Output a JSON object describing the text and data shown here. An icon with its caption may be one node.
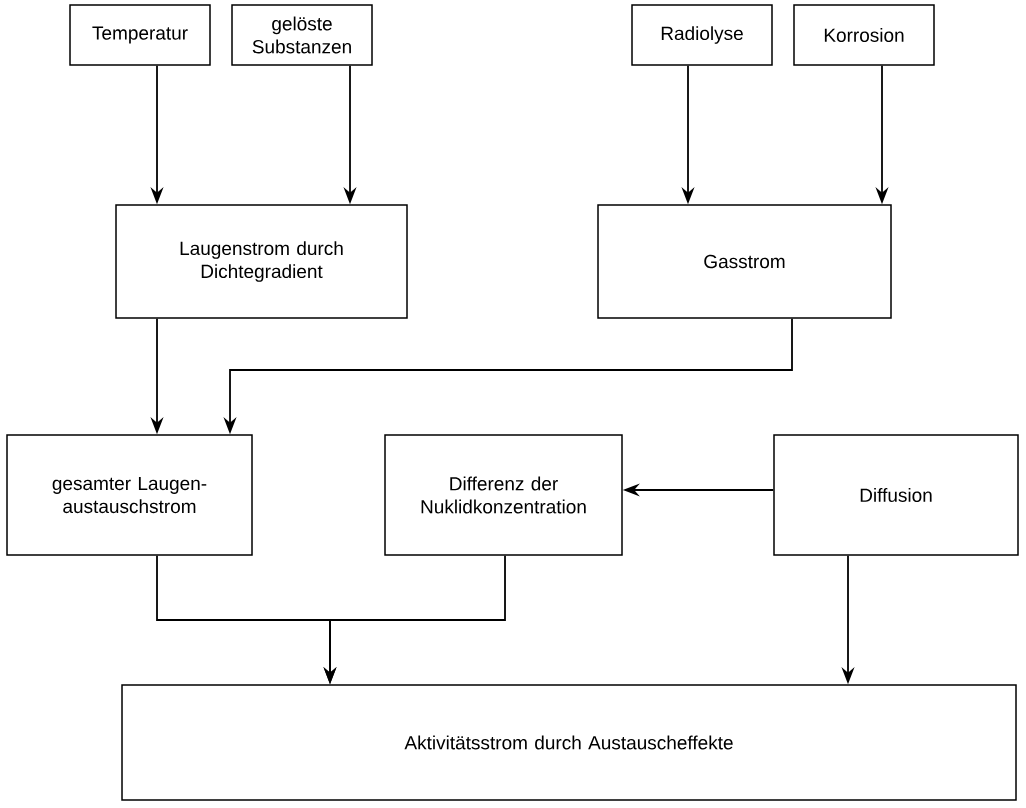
{
  "diagram": {
    "nodes": [
      {
        "text": [
          "Temperatur"
        ]
      },
      {
        "text": [
          "gelöste Substanzen"
        ]
      },
      {
        "text": [
          "Radiolyse"
        ]
      },
      {
        "text": [
          "Korrosion"
        ]
      },
      {
        "text": [
          "Laugenstrom durch Dichtegradient"
        ]
      },
      {
        "text": [
          "Gasstrom"
        ]
      },
      {
        "text": [
          "gesamter Laugen-austauschstrom"
        ]
      },
      {
        "text": [
          "Differenz der Nuklidkonzentration"
        ]
      },
      {
        "text": [
          "Diffusion"
        ]
      },
      {
        "text": [
          "Aktivitätsstrom durch Austauscheffekte"
        ]
      }
    ],
    "edges": [
      {
        "from": 0,
        "to": 4,
        "arrow": "to"
      },
      {
        "from": 1,
        "to": 4,
        "arrow": "to"
      },
      {
        "from": 2,
        "to": 5,
        "arrow": "to"
      },
      {
        "from": 3,
        "to": 5,
        "arrow": "to"
      },
      {
        "from": 4,
        "to": 6,
        "arrow": "to"
      },
      {
        "from": 5,
        "to": 6,
        "arrow": "to"
      },
      {
        "from": 8,
        "to": 7,
        "arrow": "to"
      },
      {
        "from": 6,
        "to": 9,
        "arrow": "to"
      },
      {
        "from": 7,
        "to": 9,
        "arrow": "to"
      },
      {
        "from": 8,
        "to": 9,
        "arrow": "to"
      }
    ]
  }
}
